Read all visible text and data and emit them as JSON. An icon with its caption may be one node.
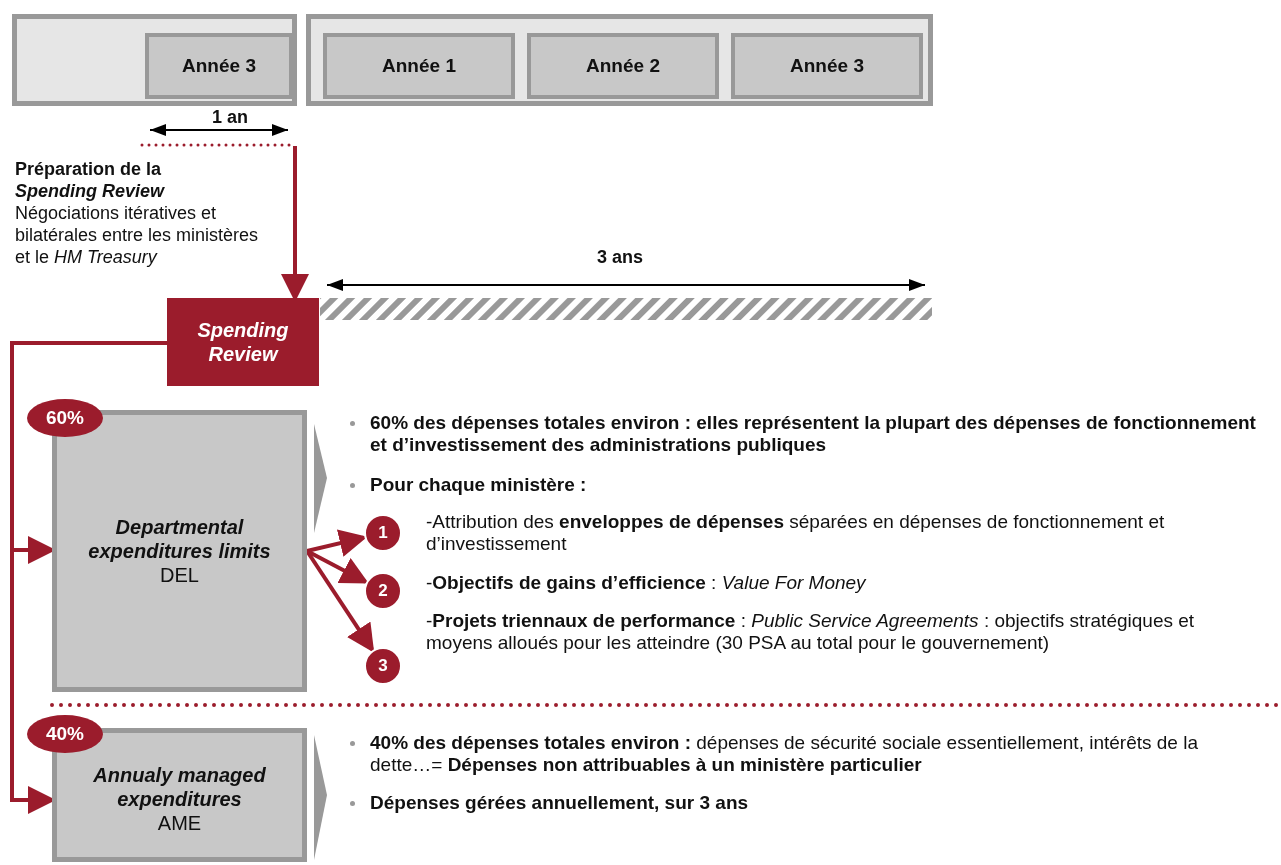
{
  "diagram": {
    "nodes": [
      {
        "text": [],
        "shape": "box"
      },
      {
        "text": [
          "Année 3"
        ],
        "in": 0
      },
      {
        "text": [],
        "shape": "box"
      },
      {
        "text": [
          "Année 1"
        ],
        "in": 2
      },
      {
        "text": [
          "Année 2"
        ],
        "in": 2
      },
      {
        "text": [
          "Année 3"
        ],
        "in": 2
      },
      {
        "text": [
          "Spending Review"
        ]
      },
      {
        "text": [
          "60%"
        ]
      },
      {
        "text": [
          "Departmental expenditures limits",
          "DEL"
        ]
      },
      {
        "text": [
          "1"
        ]
      },
      {
        "text": [
          "2"
        ]
      },
      {
        "text": [
          "3"
        ]
      },
      {
        "text": [
          "40%"
        ]
      },
      {
        "text": [
          "Annualy managed expenditures",
          "AME"
        ]
      }
    ],
    "edges": [
      {
        "from": null,
        "to": 6,
        "arrow": "to"
      },
      {
        "from": 6,
        "to": 8,
        "arrow": "to"
      },
      {
        "from": 6,
        "to": 13,
        "arrow": "to"
      },
      {
        "from": 8,
        "to": 9,
        "arrow": "to"
      },
      {
        "from": 8,
        "to": 10,
        "arrow": "to"
      },
      {
        "from": 8,
        "to": 11,
        "arrow": "to"
      }
    ],
    "labels": [
      "1 an",
      "Préparation de la *Spending Review*",
      "Négociations itératives et bilatérales entre les ministères et le *HM Treasury*",
      "3 ans",
      "60% des dépenses totales environ : elles représentent la plupart des dépenses de fonctionnement et d’investissement des administrations publiques",
      "Pour chaque ministère :",
      "-Attribution des **enveloppes de dépenses** séparées en dépenses de fonctionnement et d’investissement",
      "-**Objectifs de gains d’efficience** : *Value For Money*",
      "-**Projets triennaux de performance** : *Public Service Agreements* : objectifs stratégiques et moyens alloués pour les atteindre (30 PSA au total pour le gouvernement)",
      "**40% des dépenses totales environ :** dépenses de sécurité sociale essentiellement, intérêts de la dette…= **Dépenses non attribuables à un ministère particulier**",
      "Dépenses gérées annuellement, sur 3 ans"
    ]
  }
}
